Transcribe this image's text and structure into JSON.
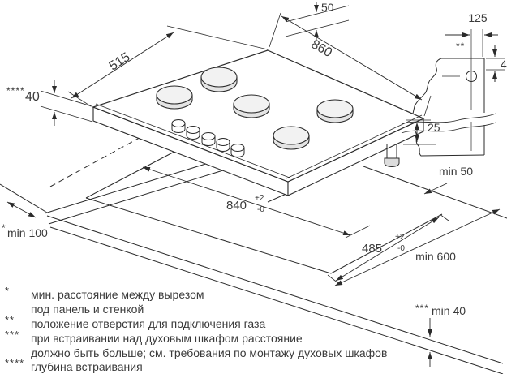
{
  "colors": {
    "background": "#ffffff",
    "line": "#2b2b2b",
    "text": "#3a3a3a",
    "burner_fill": "#f2f2f2",
    "side_fill": "#e4e4e4"
  },
  "labels": {
    "d50": "50",
    "d515": "515",
    "d860": "860",
    "d125": "125",
    "gas_marker": "**",
    "d4": "4",
    "depth_marker": "****",
    "d40": "40",
    "d25": "25",
    "min50": "min 50",
    "d840": "840",
    "d840_tol_plus": "+2",
    "d840_tol_minus": "-0",
    "min100_marker": "*",
    "min100": "min 100",
    "d485": "485",
    "d485_tol_plus": "+2",
    "d485_tol_minus": "-0",
    "min600": "min 600",
    "min40_marker": "***",
    "min40": "min 40"
  },
  "footnotes": [
    {
      "marker": "*",
      "text1": "мин. расстояние между вырезом",
      "text2": "под панель и стенкой"
    },
    {
      "marker": "**",
      "text1": "положение отверстия для подключения газа"
    },
    {
      "marker": "***",
      "text1": "при встраивании над духовым шкафом расстояние",
      "text2": "должно быть больше; см. требования по монтажу духовых шкафов"
    },
    {
      "marker": "****",
      "text1": "глубина встраивания"
    }
  ]
}
